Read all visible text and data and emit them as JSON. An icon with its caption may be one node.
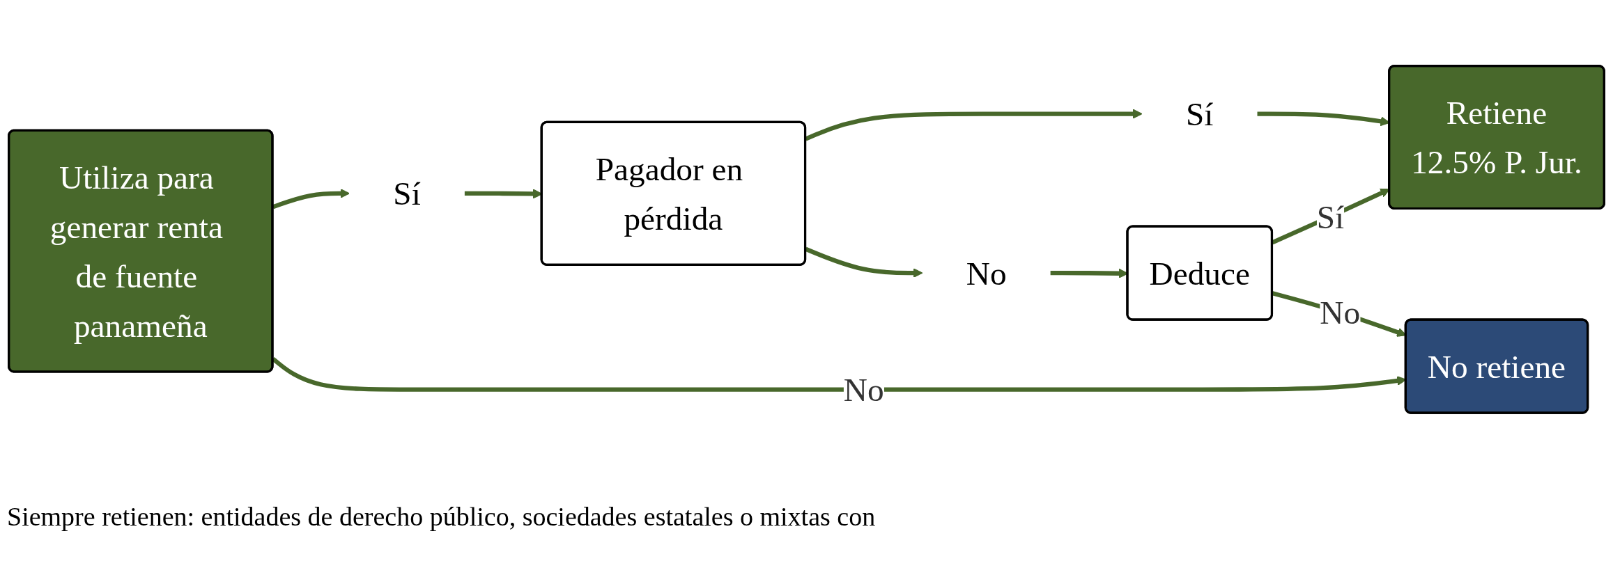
{
  "diagram": {
    "nodes": [
      {
        "text": [
          "Utiliza para generar renta de fuente panameña"
        ]
      },
      {
        "text": [
          "Sí"
        ]
      },
      {
        "text": [
          "Pagador en pérdida"
        ]
      },
      {
        "text": [
          "Sí"
        ]
      },
      {
        "text": [
          "No"
        ]
      },
      {
        "text": [
          "Deduce"
        ]
      },
      {
        "text": [
          "Retiene",
          "12.5% P. Jur."
        ]
      },
      {
        "text": [
          "No retiene"
        ]
      }
    ],
    "edges": [
      {
        "from": 0,
        "to": 1,
        "arrow": "to"
      },
      {
        "from": 1,
        "to": 2,
        "arrow": "to"
      },
      {
        "from": 2,
        "to": 3,
        "arrow": "to"
      },
      {
        "from": 2,
        "to": 4,
        "arrow": "to"
      },
      {
        "from": 3,
        "to": 6,
        "arrow": "to"
      },
      {
        "from": 4,
        "to": 5,
        "arrow": "to"
      },
      {
        "from": 5,
        "to": 6,
        "arrow": "to",
        "label": "Sí"
      },
      {
        "from": 5,
        "to": 7,
        "arrow": "to",
        "label": "No"
      },
      {
        "from": 0,
        "to": 7,
        "arrow": "to",
        "label": "No"
      }
    ],
    "labels": [
      "Siempre retienen: entidades de derecho público, sociedades estatales o mixtas con"
    ]
  }
}
